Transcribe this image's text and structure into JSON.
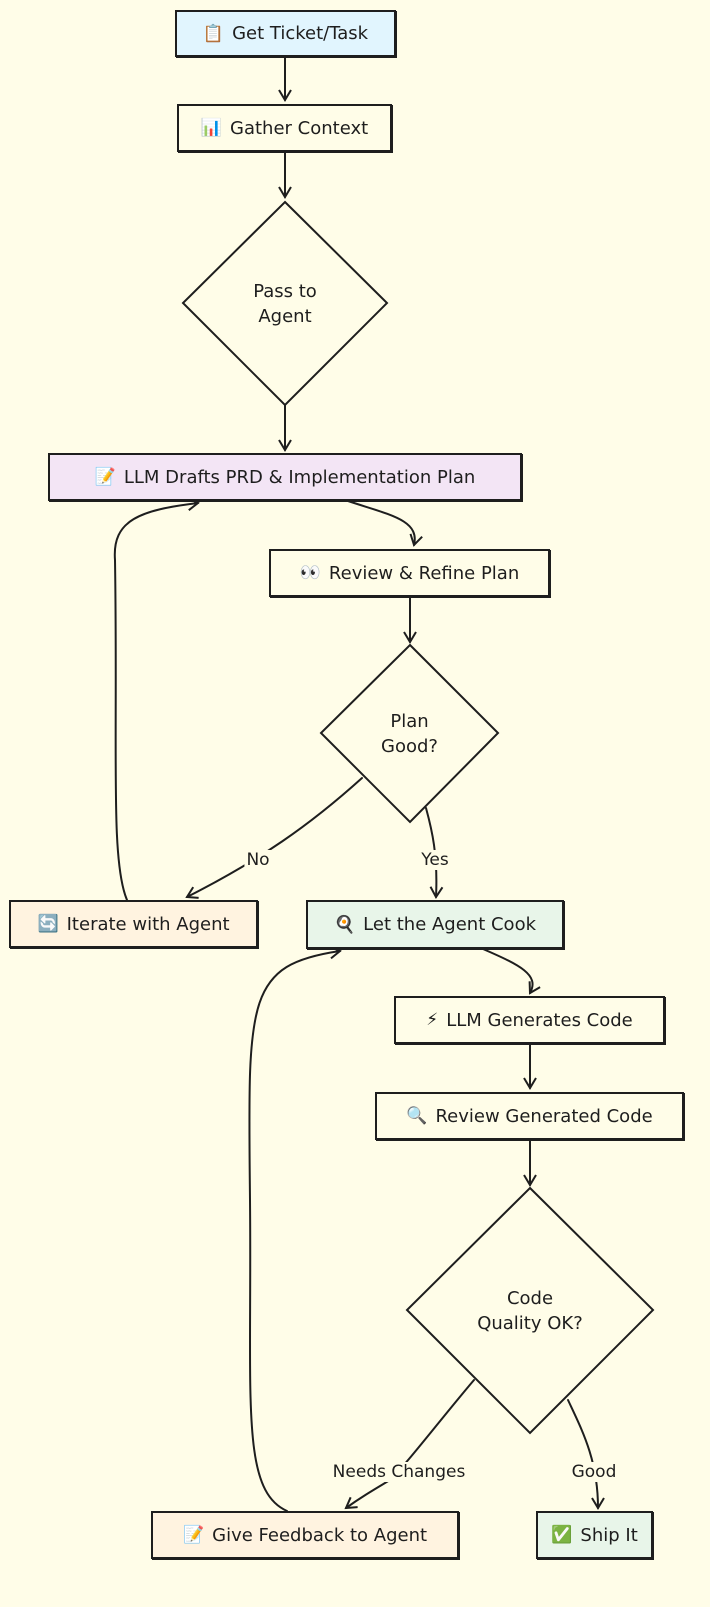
{
  "colors": {
    "background": "#fffde8",
    "stroke": "#1e1e1e",
    "blue_fill": "#e1f5fe",
    "purple_fill": "#f3e5f5",
    "orange_fill": "#fff3e0",
    "green_fill": "#e8f5e9",
    "plain_fill": "#fffde8"
  },
  "nodes": {
    "get_ticket": {
      "icon": "📋",
      "icon_name": "clipboard-icon",
      "label": "Get Ticket/Task"
    },
    "gather_context": {
      "icon": "📊",
      "icon_name": "bar-chart-icon",
      "label": "Gather Context"
    },
    "pass_to_agent": {
      "line1": "Pass to",
      "line2": "Agent"
    },
    "llm_drafts": {
      "icon": "📝",
      "icon_name": "memo-icon",
      "label": "LLM Drafts PRD & Implementation Plan"
    },
    "review_refine": {
      "icon": "👀",
      "icon_name": "eyes-icon",
      "label": "Review & Refine Plan"
    },
    "plan_good": {
      "line1": "Plan",
      "line2": "Good?"
    },
    "iterate": {
      "icon": "🔄",
      "icon_name": "refresh-icon",
      "label": "Iterate with Agent"
    },
    "agent_cook": {
      "icon": "🍳",
      "icon_name": "frying-pan-icon",
      "label": "Let the Agent Cook"
    },
    "llm_generates": {
      "icon": "⚡",
      "icon_name": "lightning-icon",
      "label": "LLM Generates Code"
    },
    "review_code": {
      "icon": "🔍",
      "icon_name": "magnifier-icon",
      "label": "Review Generated Code"
    },
    "code_quality": {
      "line1": "Code",
      "line2": "Quality OK?"
    },
    "give_feedback": {
      "icon": "📝",
      "icon_name": "memo-icon",
      "label": "Give Feedback to Agent"
    },
    "ship_it": {
      "icon": "✅",
      "icon_name": "check-mark-icon",
      "label": "Ship It"
    }
  },
  "edge_labels": {
    "no": "No",
    "yes": "Yes",
    "needs_changes": "Needs Changes",
    "good": "Good"
  }
}
